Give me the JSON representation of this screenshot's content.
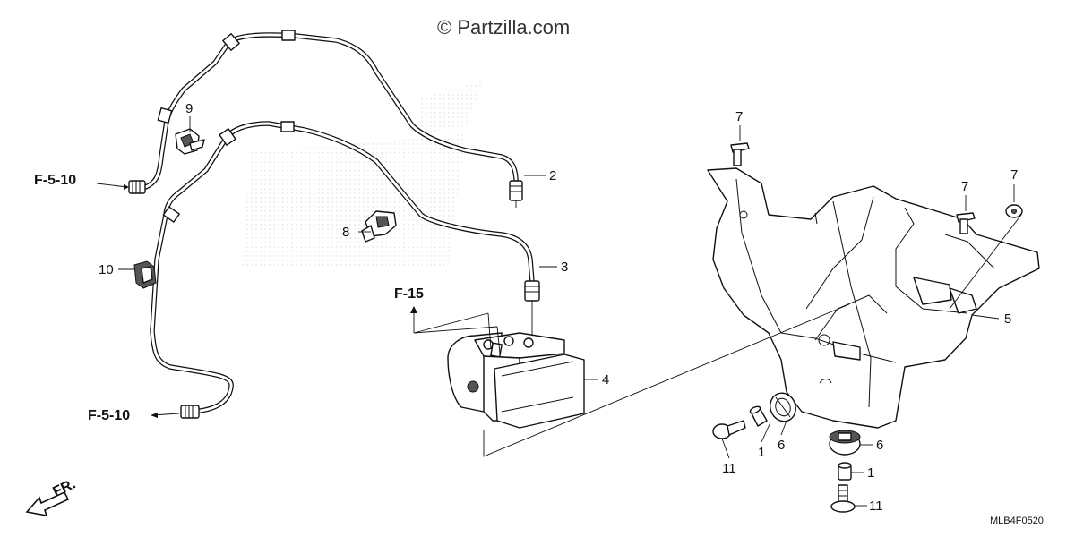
{
  "watermark": "© Partzilla.com",
  "diagram_code": "MLB4F0520",
  "direction": {
    "label": "FR.",
    "icon": "front-direction-arrow-icon"
  },
  "references": {
    "top_left": "F-5-10",
    "bottom_left": "F-5-10",
    "center": "F-15"
  },
  "callouts": {
    "p1a": "1",
    "p1b": "1",
    "p2": "2",
    "p3": "3",
    "p4": "4",
    "p5": "5",
    "p6a": "6",
    "p6b": "6",
    "p7a": "7",
    "p7b": "7",
    "p7c": "7",
    "p8": "8",
    "p9": "9",
    "p10": "10",
    "p11a": "11",
    "p11b": "11"
  }
}
